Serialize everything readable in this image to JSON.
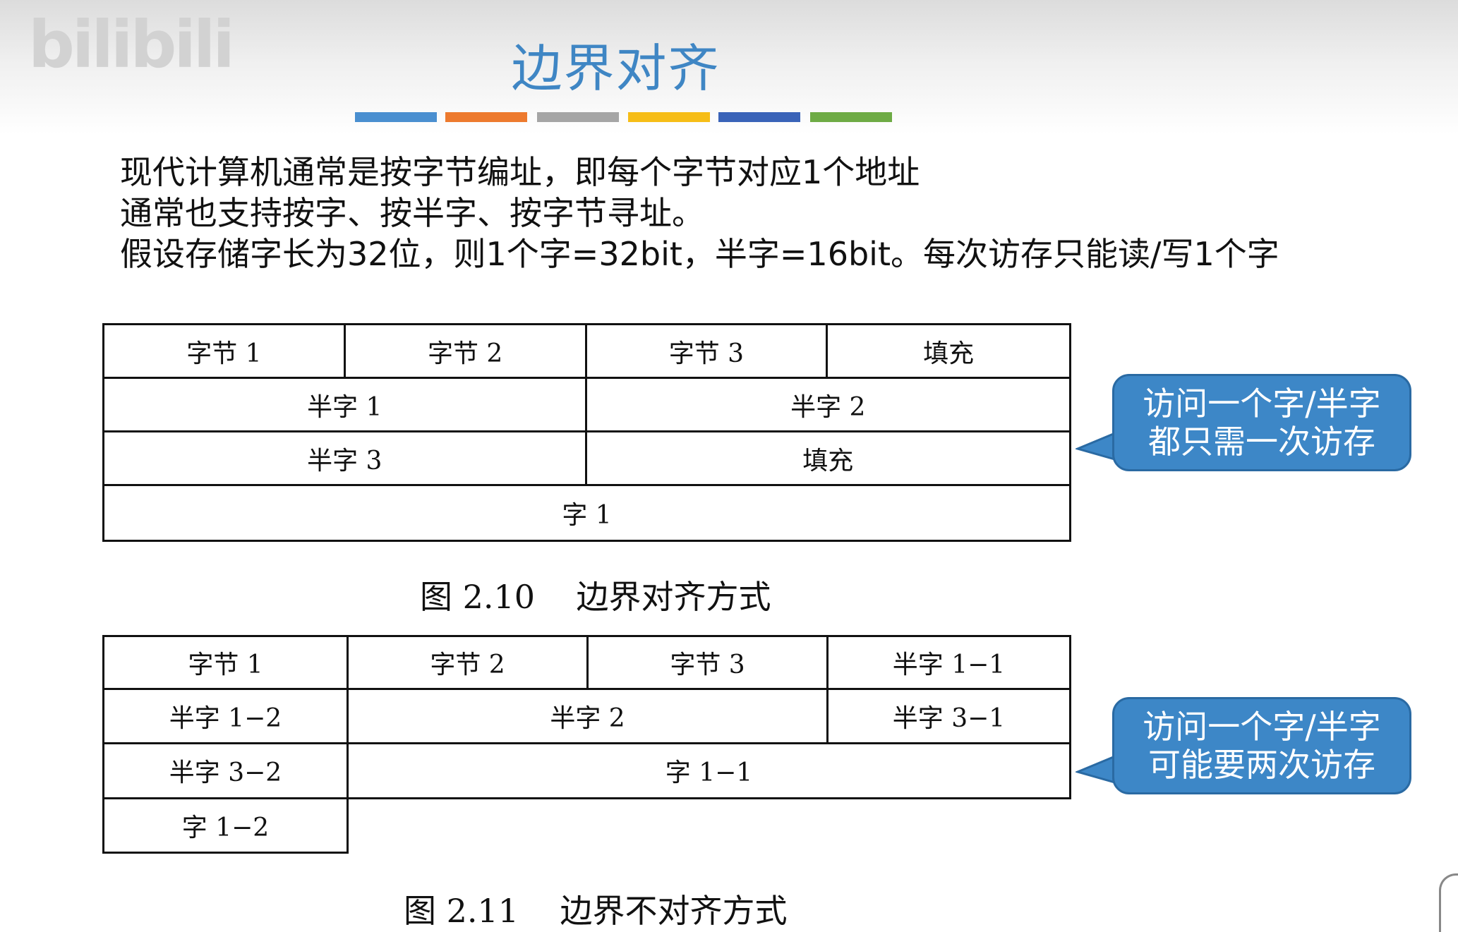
{
  "slide": {
    "title": "边界对齐",
    "intro_lines": [
      "现代计算机通常是按字节编址，即每个字节对应1个地址",
      "通常也支持按字、按半字、按字节寻址。",
      "假设存储字长为32位，则1个字=32bit，半字=16bit。每次访存只能读/写1个字"
    ]
  },
  "title_bar_colors": [
    "#4a8fd0",
    "#ed7a2e",
    "#a5a5a5",
    "#f6bd17",
    "#3a63b8",
    "#6eab45"
  ],
  "figure_aligned": {
    "caption": "图 2.10    边界对齐方式",
    "cells": [
      "字节 1",
      "字节 2",
      "字节 3",
      "填充",
      "半字 1",
      "半字 2",
      "半字 3",
      "填充",
      "字 1"
    ],
    "callout": [
      "访问一个字/半字",
      "都只需一次访存"
    ]
  },
  "figure_unaligned": {
    "caption": "图 2.11    边界不对齐方式",
    "cells": [
      "字节 1",
      "字节 2",
      "字节 3",
      "半字 1−1",
      "半字 1−2",
      "半字 2",
      "半字 3−1",
      "半字 3−2",
      "字 1−1",
      "字 1−2"
    ],
    "callout": [
      "访问一个字/半字",
      "可能要两次访存"
    ]
  }
}
